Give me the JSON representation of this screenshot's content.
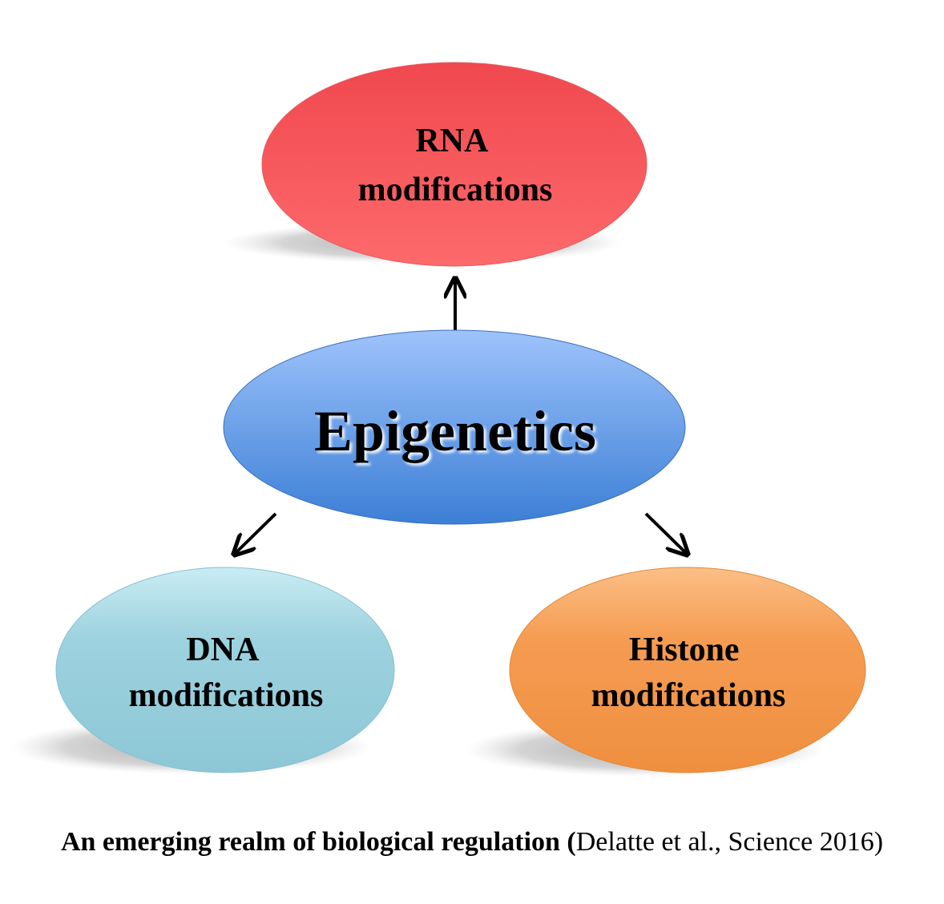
{
  "diagram": {
    "center": {
      "label": "Epigenetics",
      "color": "#6d9eeb"
    },
    "nodes": [
      {
        "id": "rna",
        "line1": "RNA",
        "line2": "modifications",
        "color": "#fb5f63"
      },
      {
        "id": "dna",
        "line1": "DNA",
        "line2": "modifications",
        "color": "#92cddc"
      },
      {
        "id": "histone",
        "line1": "Histone",
        "line2": "modifications",
        "color": "#f2964a"
      }
    ]
  },
  "caption": {
    "bold_text": "An emerging realm of biological regulation (",
    "regular_text": "Delatte et al., Science 2016)"
  }
}
